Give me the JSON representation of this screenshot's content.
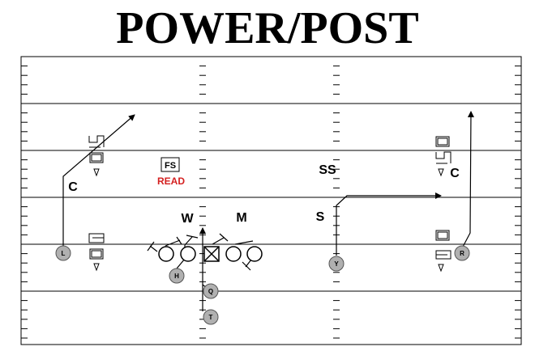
{
  "title": "POWER/POST",
  "defense": {
    "fs_box": "FS",
    "read_text": "READ",
    "ss": "SS",
    "w": "W",
    "m": "M",
    "s": "S",
    "c_left": "C",
    "c_right": "C"
  },
  "offense": {
    "l": "L",
    "h": "H",
    "q": "Q",
    "t": "T",
    "y": "Y",
    "r": "R"
  },
  "colors": {
    "read": "#d42020",
    "player_fill": "#b0b0b0",
    "line": "#000000"
  }
}
